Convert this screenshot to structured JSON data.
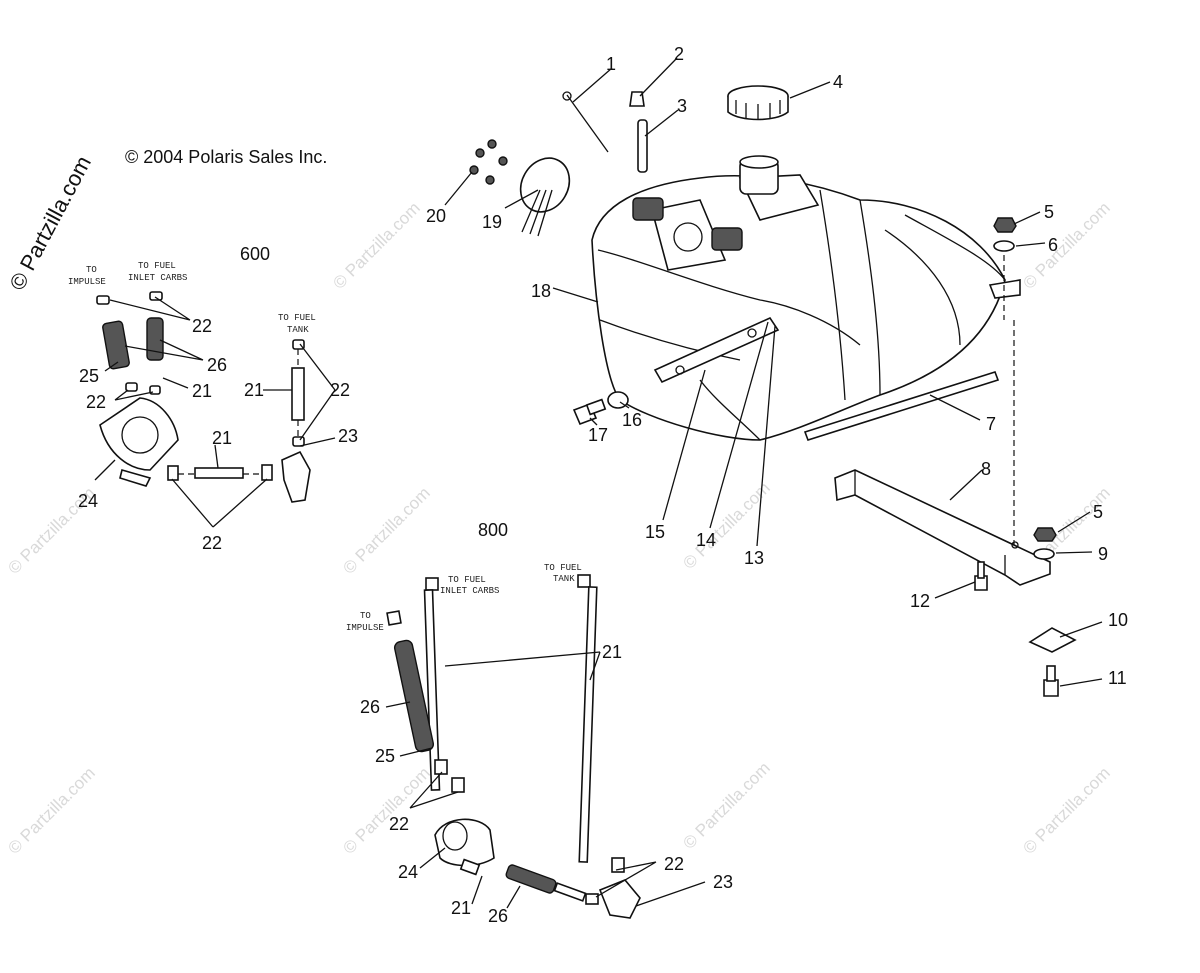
{
  "copyright": "© 2004 Polaris Sales Inc.",
  "brand": "© Partzilla.com",
  "watermark": "© Partzilla.com",
  "model_labels": {
    "m600": "600",
    "m800": "800"
  },
  "notes": {
    "impulse_a": [
      "TO",
      "IMPULSE"
    ],
    "inlet_a": [
      "TO FUEL",
      "INLET CARBS"
    ],
    "tank_a": [
      "TO FUEL",
      "TANK"
    ],
    "impulse_b": [
      "TO",
      "IMPULSE"
    ],
    "inlet_b": [
      "TO FUEL",
      "INLET CARBS"
    ],
    "tank_b": [
      "TO FUEL",
      "TANK"
    ]
  },
  "callouts": [
    {
      "id": "c1",
      "text": "1"
    },
    {
      "id": "c2",
      "text": "2"
    },
    {
      "id": "c3",
      "text": "3"
    },
    {
      "id": "c4",
      "text": "4"
    },
    {
      "id": "c5a",
      "text": "5"
    },
    {
      "id": "c5b",
      "text": "5"
    },
    {
      "id": "c6",
      "text": "6"
    },
    {
      "id": "c7",
      "text": "7"
    },
    {
      "id": "c8",
      "text": "8"
    },
    {
      "id": "c9",
      "text": "9"
    },
    {
      "id": "c10",
      "text": "10"
    },
    {
      "id": "c11",
      "text": "11"
    },
    {
      "id": "c12",
      "text": "12"
    },
    {
      "id": "c13",
      "text": "13"
    },
    {
      "id": "c14",
      "text": "14"
    },
    {
      "id": "c15",
      "text": "15"
    },
    {
      "id": "c16",
      "text": "16"
    },
    {
      "id": "c17",
      "text": "17"
    },
    {
      "id": "c18",
      "text": "18"
    },
    {
      "id": "c19",
      "text": "19"
    },
    {
      "id": "c20",
      "text": "20"
    },
    {
      "id": "c22a",
      "text": "22"
    },
    {
      "id": "c26a",
      "text": "26"
    },
    {
      "id": "c25a",
      "text": "25"
    },
    {
      "id": "c21a",
      "text": "21"
    },
    {
      "id": "c22b",
      "text": "22"
    },
    {
      "id": "c21b",
      "text": "21"
    },
    {
      "id": "c22c",
      "text": "22"
    },
    {
      "id": "c21c",
      "text": "21"
    },
    {
      "id": "c23a",
      "text": "23"
    },
    {
      "id": "c24a",
      "text": "24"
    },
    {
      "id": "c22d",
      "text": "22"
    },
    {
      "id": "c21d",
      "text": "21"
    },
    {
      "id": "c26b",
      "text": "26"
    },
    {
      "id": "c25b",
      "text": "25"
    },
    {
      "id": "c22e",
      "text": "22"
    },
    {
      "id": "c24b",
      "text": "24"
    },
    {
      "id": "c22f",
      "text": "22"
    },
    {
      "id": "c23b",
      "text": "23"
    },
    {
      "id": "c21e",
      "text": "21"
    },
    {
      "id": "c26c",
      "text": "26"
    }
  ]
}
